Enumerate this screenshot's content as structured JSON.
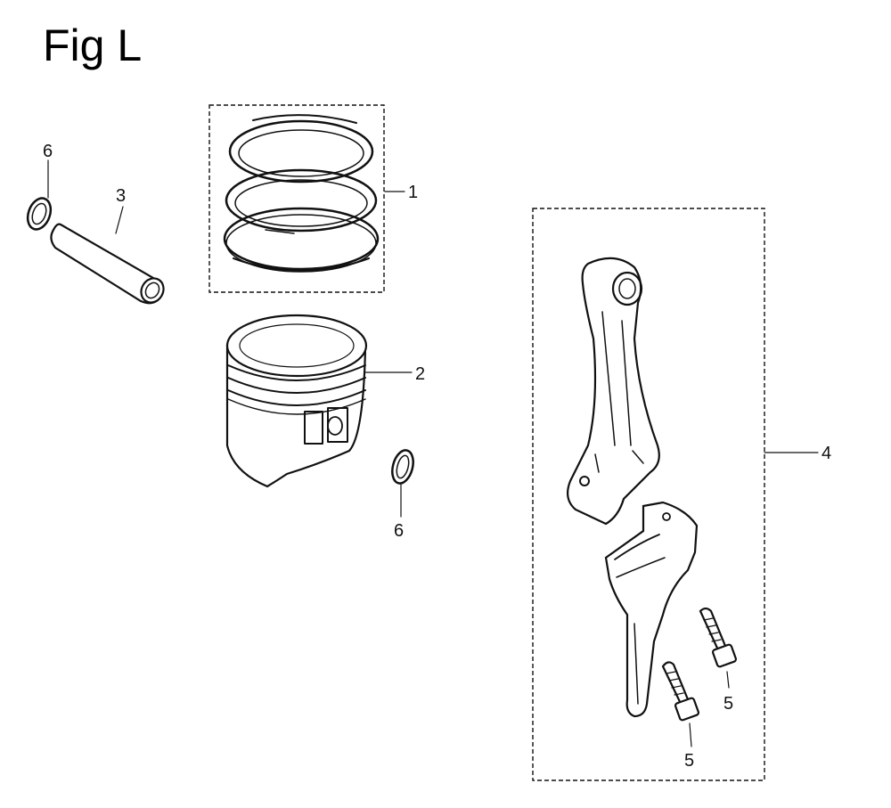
{
  "figure": {
    "title": "Fig L"
  },
  "callouts": {
    "piston_ring_set": "1",
    "piston": "2",
    "piston_pin": "3",
    "connecting_rod_assembly": "4",
    "rod_bolt_a": "5",
    "rod_bolt_b": "5",
    "pin_clip_left": "6",
    "pin_clip_right": "6"
  }
}
